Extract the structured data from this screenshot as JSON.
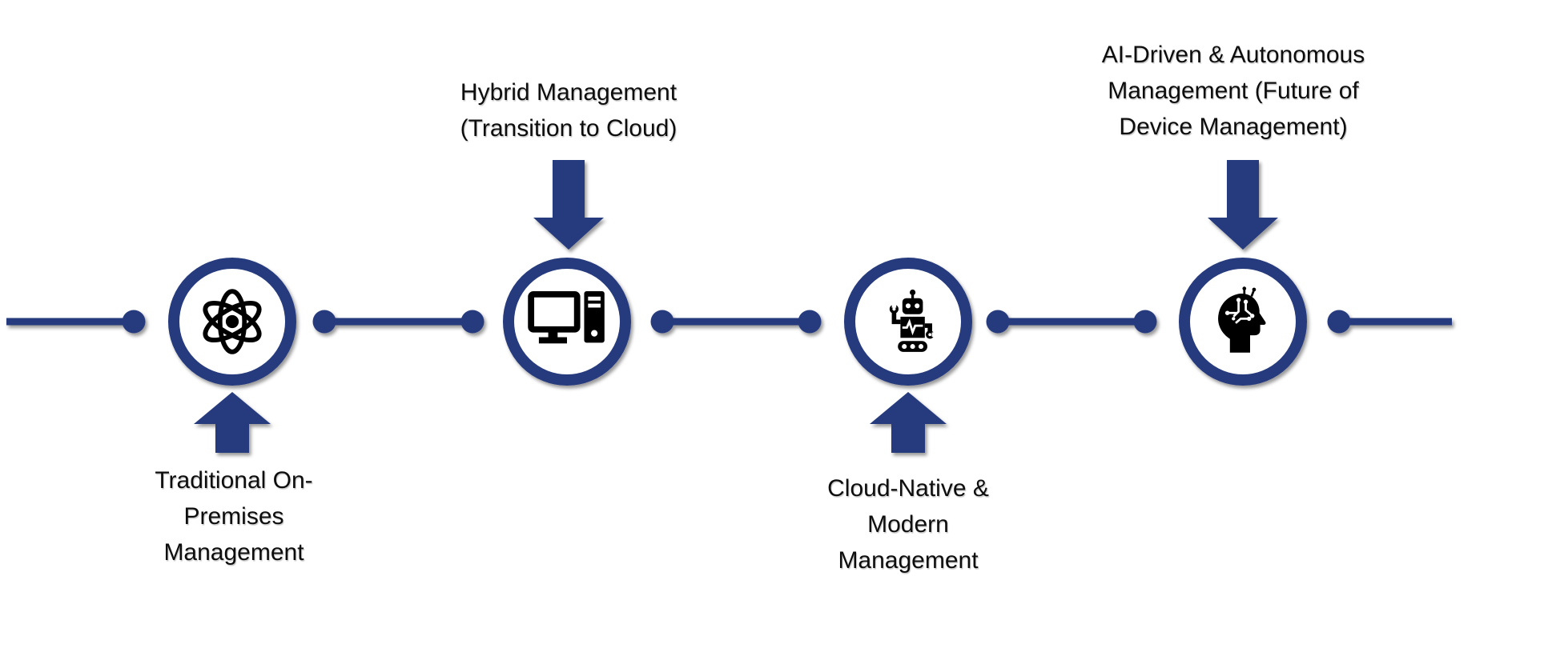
{
  "colors": {
    "accent": "#283a7d",
    "icon": "#000000",
    "text": "#0d0d0d",
    "background": "#ffffff"
  },
  "timeline": {
    "nodes": [
      {
        "name": "traditional-on-premises-management",
        "icon": "atom-icon",
        "label": "Traditional On-\nPremises\nManagement",
        "label_position": "below",
        "arrow_direction": "up"
      },
      {
        "name": "hybrid-management",
        "icon": "desktop-computer-icon",
        "label": "Hybrid Management\n(Transition to Cloud)",
        "label_position": "above",
        "arrow_direction": "down"
      },
      {
        "name": "cloud-native-modern-management",
        "icon": "robot-icon",
        "label": "Cloud-Native &\nModern\nManagement",
        "label_position": "below",
        "arrow_direction": "up"
      },
      {
        "name": "ai-driven-autonomous-management",
        "icon": "ai-head-icon",
        "label": "AI-Driven & Autonomous\nManagement (Future of\nDevice Management)",
        "label_position": "above",
        "arrow_direction": "down"
      }
    ]
  }
}
